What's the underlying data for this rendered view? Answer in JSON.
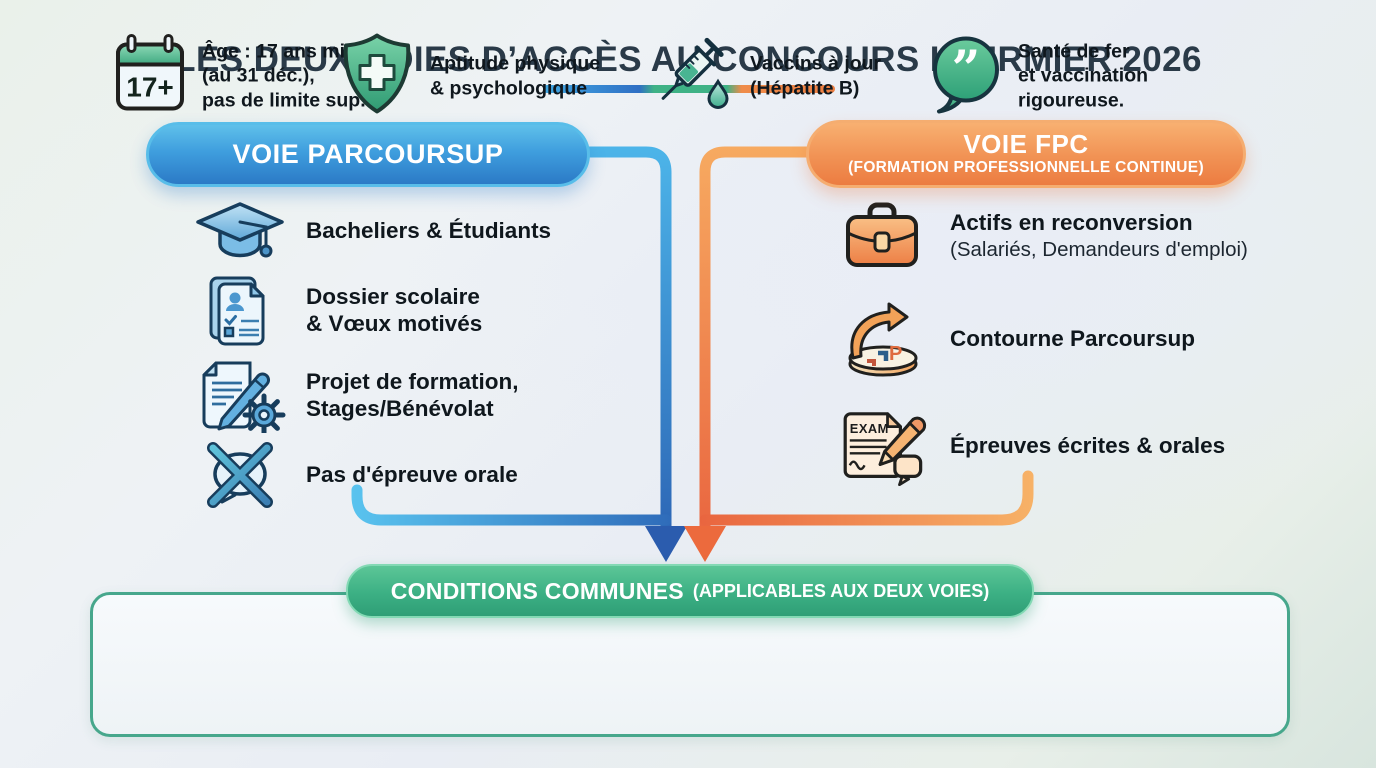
{
  "page": {
    "title": "LES DEUX VOIES D’ACCÈS AU CONCOURS INFIRMIER 2026"
  },
  "colors": {
    "parcoursup_blue": "#2e7fc8",
    "fpc_orange": "#ee7b3d",
    "common_green": "#35a981",
    "title_text": "#2a3a48",
    "underline_gradient": [
      "#41a9e4",
      "#2f6fc4",
      "#3fb286",
      "#ee7f42"
    ]
  },
  "parcoursup": {
    "header": "VOIE PARCOURSUP",
    "items": [
      {
        "icon": "graduation-cap-icon",
        "text": "Bacheliers & Étudiants"
      },
      {
        "icon": "school-file-icon",
        "text": "Dossier scolaire\n& Vœux motivés"
      },
      {
        "icon": "project-pen-gear-icon",
        "text": "Projet de formation,\nStages/Bénévolat"
      },
      {
        "icon": "no-oral-exam-icon",
        "text": "Pas d'épreuve orale"
      }
    ]
  },
  "fpc": {
    "header": "VOIE FPC",
    "subheader": "(FORMATION PROFESSIONNELLE CONTINUE)",
    "items": [
      {
        "icon": "briefcase-icon",
        "title": "Actifs en reconversion",
        "subtitle": "(Salariés, Demandeurs d'emploi)"
      },
      {
        "icon": "bypass-arrow-icon",
        "title": "Contourne Parcoursup",
        "icon_label": "P"
      },
      {
        "icon": "exam-sheet-icon",
        "title": "Épreuves écrites & orales",
        "icon_label": "EXAM"
      }
    ]
  },
  "common": {
    "header": "CONDITIONS COMMUNES",
    "subheader": "(APPLICABLES AUX DEUX VOIES)",
    "items": [
      {
        "icon": "calendar-17-icon",
        "icon_label": "17+",
        "text": "Âge : 17 ans min.\n(au 31 déc.),\npas de limite sup."
      },
      {
        "icon": "shield-cross-icon",
        "text": "Aptitude physique\n& psychologique"
      },
      {
        "icon": "syringe-icon",
        "text": "Vaccins à jour\n(Hépatite B)"
      },
      {
        "icon": "quote-icon",
        "icon_glyph": "”",
        "text": "Santé de fer\net vaccination\nrigoureuse."
      }
    ]
  }
}
